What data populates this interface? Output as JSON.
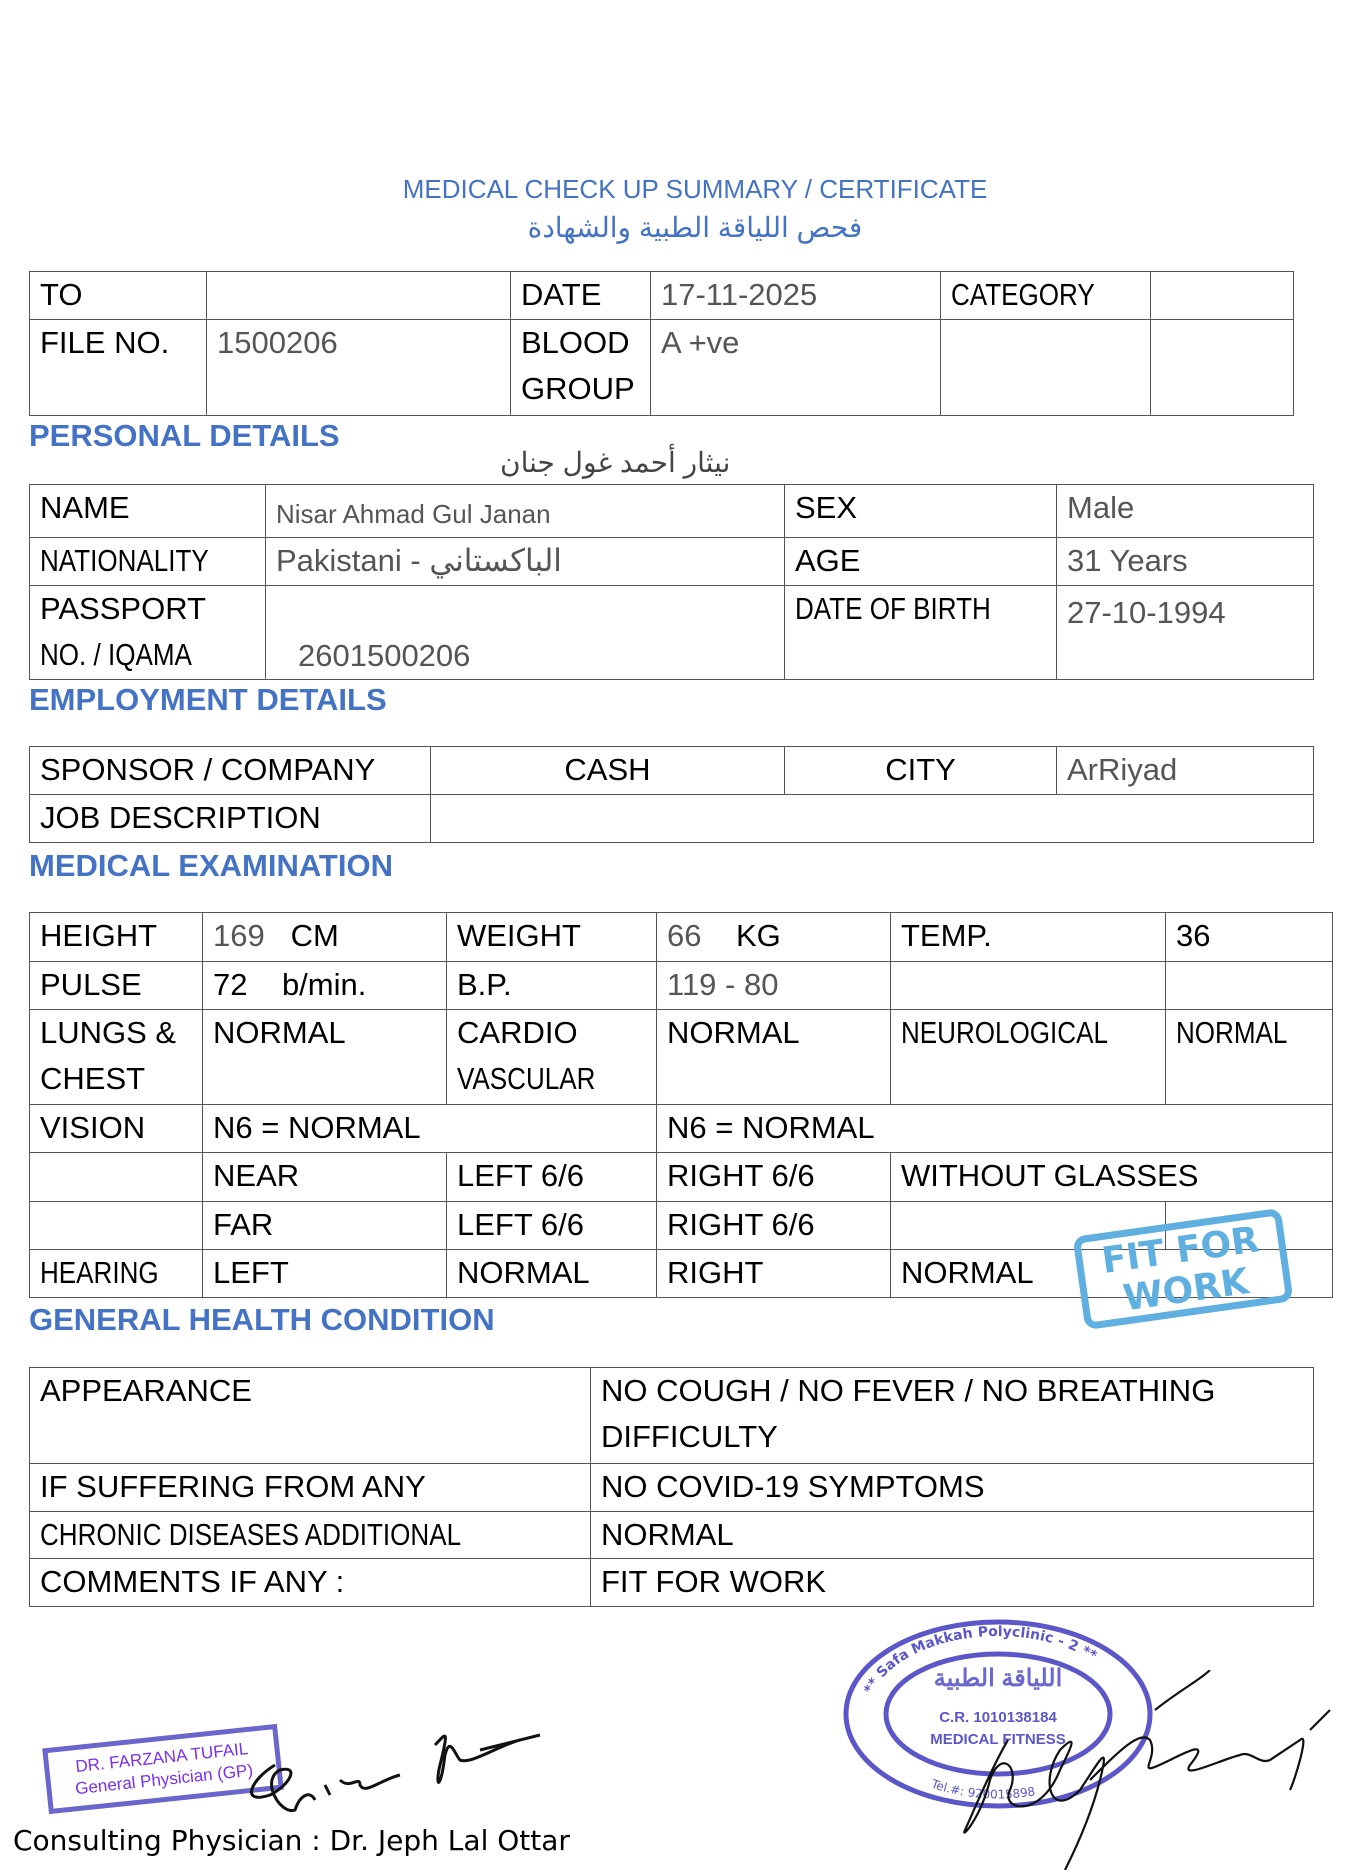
{
  "header": {
    "title_en": "MEDICAL CHECK UP SUMMARY / CERTIFICATE",
    "title_ar": "فحص اللياقة الطبية والشهادة"
  },
  "top_table": {
    "to_label": "TO",
    "to_value": "",
    "date_label": "DATE",
    "date_value": "17-11-2025",
    "category_label": "CATEGORY",
    "category_value": "",
    "file_label": "FILE NO.",
    "file_value": "1500206",
    "blood_label_1": "BLOOD",
    "blood_label_2": "GROUP",
    "blood_value": "A +ve"
  },
  "personal": {
    "heading": "PERSONAL DETAILS",
    "name_label": "NAME",
    "name_ar": "نيثار أحمد غول جنان",
    "name_value": "Nisar Ahmad Gul Janan",
    "sex_label": "SEX",
    "sex_value": "Male",
    "nationality_label": "NATIONALITY",
    "nationality_value": "Pakistani - الباكستاني",
    "age_label": "AGE",
    "age_value": "31 Years",
    "passport_label_1": "PASSPORT",
    "passport_label_2": "NO. / IQAMA",
    "passport_value": "2601500206",
    "dob_label": "DATE OF BIRTH",
    "dob_value": "27-10-1994"
  },
  "employment": {
    "heading": "EMPLOYMENT DETAILS",
    "sponsor_label": "SPONSOR / COMPANY",
    "sponsor_value": "CASH",
    "city_label": "CITY",
    "city_value": "ArRiyad",
    "job_label": "JOB DESCRIPTION",
    "job_value": ""
  },
  "medical": {
    "heading": "MEDICAL EXAMINATION",
    "height_label": "HEIGHT",
    "height_value": "169",
    "height_unit": "CM",
    "weight_label": "WEIGHT",
    "weight_value": "66",
    "weight_unit": "KG",
    "temp_label": "TEMP.",
    "temp_value": "36",
    "pulse_label": "PULSE",
    "pulse_value": "72",
    "pulse_unit": "b/min.",
    "bp_label": "B.P.",
    "bp_value": "119 - 80",
    "lungs_label_1": "LUNGS &",
    "lungs_label_2": "CHEST",
    "lungs_value": "NORMAL",
    "cardio_label_1": "CARDIO",
    "cardio_label_2": "VASCULAR",
    "cardio_value": "NORMAL",
    "neuro_label": "NEUROLOGICAL",
    "neuro_value": "NORMAL",
    "vision_label": "VISION",
    "vision_left": "N6 = NORMAL",
    "vision_right": "N6 = NORMAL",
    "near_label": "NEAR",
    "near_left": "LEFT 6/6",
    "near_right": "RIGHT 6/6",
    "near_note": "WITHOUT GLASSES",
    "far_label": "FAR",
    "far_left": "LEFT 6/6",
    "far_right": "RIGHT 6/6",
    "hearing_label": "HEARING",
    "hearing_left_label": "LEFT",
    "hearing_left_value": "NORMAL",
    "hearing_right_label": "RIGHT",
    "hearing_right_value": "NORMAL"
  },
  "general": {
    "heading": "GENERAL HEALTH CONDITION",
    "rows": [
      {
        "label": "APPEARANCE",
        "value_1": "NO COUGH / NO FEVER / NO BREATHING",
        "value_2": "DIFFICULTY"
      },
      {
        "label": "IF SUFFERING FROM ANY",
        "value": "NO COVID-19 SYMPTOMS"
      },
      {
        "label": "CHRONIC DISEASES ADDITIONAL",
        "value": "NORMAL"
      },
      {
        "label": "COMMENTS IF ANY :",
        "value": "FIT FOR WORK"
      }
    ]
  },
  "stamps": {
    "fit_1": "FIT FOR",
    "fit_2": "WORK",
    "clinic_en": "** Safa Makkah Polyclinic - 2 **",
    "clinic_ar": "اللياقة الطبية",
    "clinic_cr": "C.R. 1010138184",
    "clinic_type": "MEDICAL FITNESS",
    "clinic_tel": "Tel.#: 920015898",
    "doctor_name": "DR. FARZANA TUFAIL",
    "doctor_title": "General Physician (GP)",
    "color_fit": "#5fb0e0",
    "color_clinic": "#5b57c8"
  },
  "footer": {
    "consulting": "Consulting Physician : Dr. Jeph Lal Ottar"
  }
}
